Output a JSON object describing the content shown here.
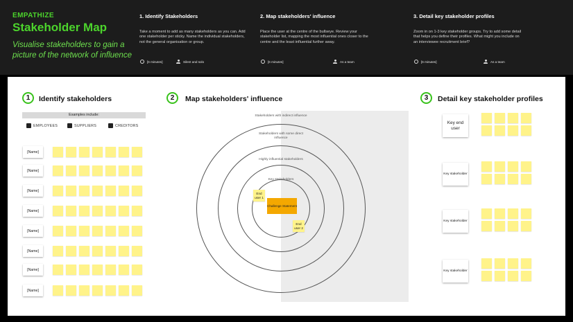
{
  "header": {
    "tag": "EMPATHIZE",
    "title": "Stakeholder Map",
    "subtitle": "Visualise stakeholders to gain a picture of the network of influence"
  },
  "steps": [
    {
      "title": "1. Identify Stakeholders",
      "text": "Take a moment to add as many stakeholders as you can. Add one stakeholder per sticky. Name the individual stakeholders, not the general organisation or group.",
      "time": "[6 minutes]",
      "mode": "Silent and solo"
    },
    {
      "title": "2. Map stakeholders' influence",
      "text": "Place the user at the centre of the bullseye. Review your stakeholder list, mapping the most influential ones closer to the centre and the least influential further away.",
      "time": "[6 minutes]",
      "mode": "As a team"
    },
    {
      "title": "3. Detail key stakeholder profiles",
      "text": "Zoom in on 1-3 key stakeholder groups. Try to add some detail that helps you define their profiles. What might you include on an interviewee recruitment brief?",
      "time": "[6 minutes]",
      "mode": "As a team"
    }
  ],
  "sections": [
    {
      "num": "1",
      "title": "Identify stakeholders"
    },
    {
      "num": "2",
      "title": "Map stakeholders' influence"
    },
    {
      "num": "3",
      "title": "Detail key stakeholder profiles"
    }
  ],
  "examples": {
    "header": "Examples include:",
    "items": [
      "EMPLOYEES",
      "SUPPLIERS",
      "CREDITORS"
    ]
  },
  "name_rows": [
    "[Name]",
    "[Name]",
    "[Name]",
    "[Name]",
    "[Name]",
    "[Name]",
    "[Name]",
    "[Name]"
  ],
  "rings": [
    "Stakeholders with indirect influence",
    "Stakeholders with some direct influence",
    "Highly influential stakeholders",
    "Key stakeholders"
  ],
  "challenge": "Challenge Statement",
  "end_users": [
    "End user 1",
    "End user 2"
  ],
  "profiles": [
    "Key end user",
    "Key stakeholder",
    "Key stakeholder",
    "Key stakeholder"
  ],
  "colors": {
    "accent": "#4cd42c",
    "sticky": "#fff38a",
    "challenge": "#f4a800",
    "board": "#ffffff",
    "background": "#000000"
  }
}
